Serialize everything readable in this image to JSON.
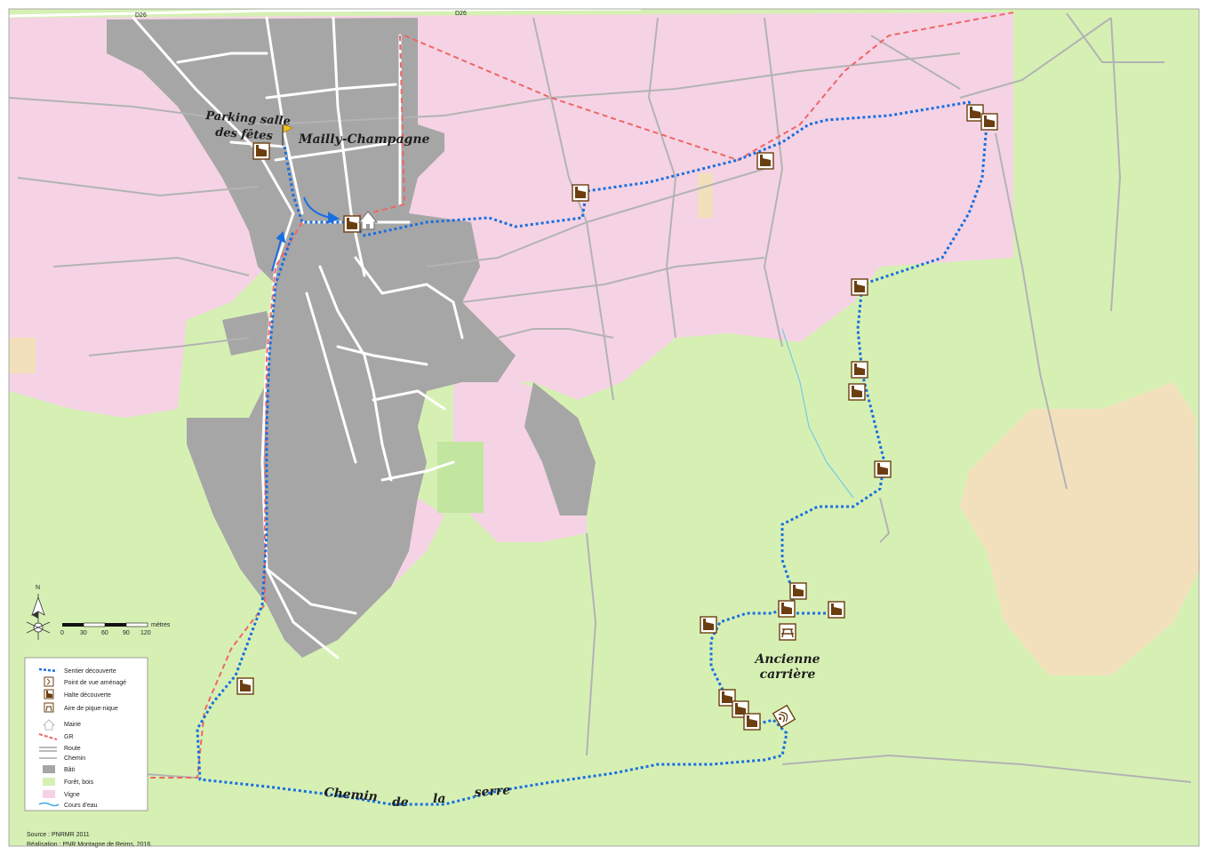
{
  "map": {
    "place_labels": {
      "parking_line1": "Parking salle",
      "parking_line2": "des fêtes",
      "village": "Mailly-Champagne",
      "quarry_line1": "Ancienne",
      "quarry_line2": "carrière",
      "path_word1": "Chemin",
      "path_word2": "de",
      "path_word3": "la",
      "path_word4": "serre"
    },
    "road_labels": [
      "D26",
      "D26"
    ],
    "north_label": "N",
    "scale": {
      "ticks": [
        "0",
        "30",
        "60",
        "90",
        "120"
      ],
      "unit": "mètres"
    },
    "legend": {
      "items": [
        {
          "key": "trail",
          "label": "Sentier découverte"
        },
        {
          "key": "viewpoint",
          "label": "Point de vue aménagé"
        },
        {
          "key": "halt",
          "label": "Halte découverte"
        },
        {
          "key": "picnic",
          "label": "Aire de pique-nique"
        },
        {
          "key": "townhall",
          "label": "Mairie"
        },
        {
          "key": "gr",
          "label": "GR"
        },
        {
          "key": "road",
          "label": "Route"
        },
        {
          "key": "track",
          "label": "Chemin"
        },
        {
          "key": "built",
          "label": "Bâti"
        },
        {
          "key": "forest",
          "label": "Forêt, bois"
        },
        {
          "key": "vineyard",
          "label": "Vigne"
        },
        {
          "key": "stream",
          "label": "Cours d'eau"
        }
      ]
    },
    "credits": {
      "source": "Source : PNRMR 2011",
      "realisation": "Réalisation : PNR Montagne de Reims, 2016."
    },
    "colors": {
      "forest": "#d6f0b4",
      "vineyard": "#f5d3e4",
      "built": "#a6a6a6",
      "field": "#f2e0bc",
      "trail": "#1a6fe0",
      "gr": "#ee6666",
      "halt_icon": "#6b3e10"
    }
  }
}
